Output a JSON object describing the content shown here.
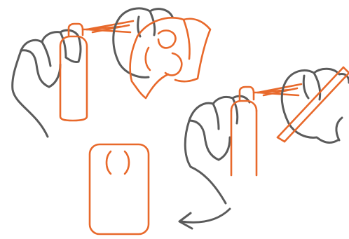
{
  "colors": {
    "background": "#ffffff",
    "hand_outline": "#5b5b5b",
    "accent": "#e8692b"
  },
  "diagram": {
    "steps": [
      {
        "name": "spray-cleaner-onto-cloth",
        "icons": [
          "hand-icon",
          "spray-bottle-icon",
          "hand-icon",
          "cloth-icon"
        ]
      },
      {
        "name": "spray-cleaner-onto-swab",
        "icons": [
          "hand-icon",
          "spray-bottle-icon",
          "hand-icon",
          "swab-icon"
        ]
      },
      {
        "name": "wipe-device",
        "icons": [
          "phone-case-icon",
          "curved-arrow-icon"
        ]
      }
    ]
  }
}
